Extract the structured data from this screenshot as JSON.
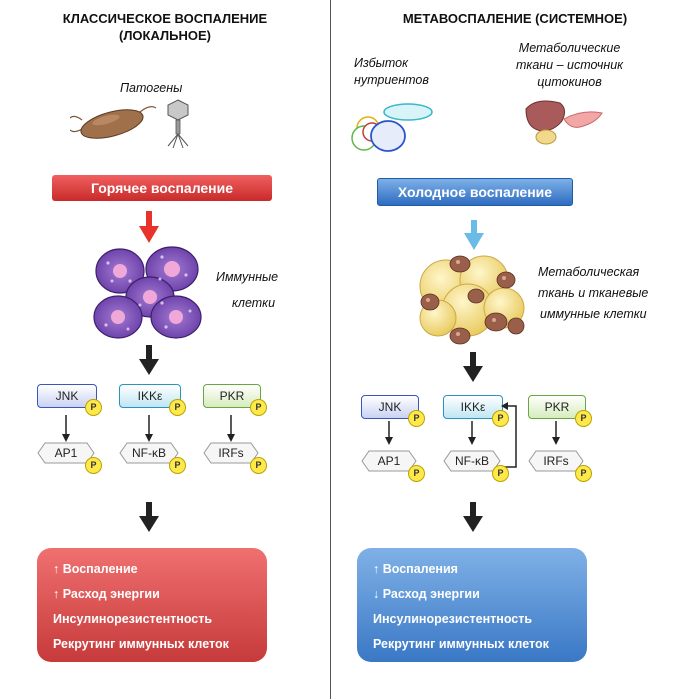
{
  "left": {
    "title_line1": "КЛАССИЧЕСКОЕ ВОСПАЛЕНИЕ",
    "title_line2": "(ЛОКАЛЬНОЕ)",
    "pathogens": "Патогены",
    "banner": "Горячее воспаление",
    "immune_line1": "Иммунные",
    "immune_line2": "клетки",
    "kinases": [
      "JNK",
      "IKKε",
      "PKR"
    ],
    "factors": [
      "AP1",
      "NF-κB",
      "IRFs"
    ],
    "outcomes": [
      "↑ Воспаление",
      "↑ Расход энергии",
      "Инсулинорезистентность",
      "Рекрутинг иммунных клеток"
    ]
  },
  "right": {
    "title": "МЕТАВОСПАЛЕНИЕ (СИСТЕМНОЕ)",
    "nutrients_line1": "Избыток",
    "nutrients_line2": "нутриентов",
    "tissues_line1": "Метаболические",
    "tissues_line2": "ткани – источник",
    "tissues_line3": "цитокинов",
    "banner": "Холодное воспаление",
    "meta_line1": "Метаболическая",
    "meta_line2": "ткань и тканевые",
    "meta_line3": "иммунные клетки",
    "kinases": [
      "JNK",
      "IKKε",
      "PKR"
    ],
    "factors": [
      "AP1",
      "NF-κB",
      "IRFs"
    ],
    "outcomes": [
      "↑ Воспаления",
      "↓ Расход энергии",
      "Инсулинорезистентность",
      "Рекрутинг иммунных клеток"
    ]
  },
  "phospho_badge": "P",
  "colors": {
    "hot": "#d63a3a",
    "cold": "#3a78c6",
    "arrow_hot": "#e8322c",
    "arrow_cold": "#6bbbe8"
  }
}
